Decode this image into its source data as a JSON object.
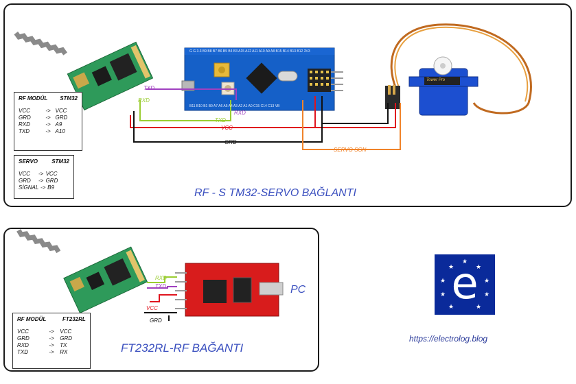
{
  "panel1": {
    "caption": "RF - S TM32-SERVO BAĞLANTI",
    "wire_labels": {
      "txd": "TXD",
      "rxd": "RXD",
      "txd2": "TXD",
      "rxd2": "RXD",
      "vcc": "VCC",
      "grd": "GRD",
      "servo_sgn": "SERVO SGN"
    },
    "rf_table": {
      "header": [
        "RF MODÜL",
        "STM32"
      ],
      "rows": [
        [
          "VCC",
          "->",
          "VCC"
        ],
        [
          "GRD",
          "->",
          "GRD"
        ],
        [
          "RXD",
          "->",
          "A9"
        ],
        [
          "TXD",
          "->",
          "A10"
        ]
      ]
    },
    "servo_table": {
      "header": [
        "SERVO",
        "STM32"
      ],
      "rows": [
        [
          "VCC",
          "->",
          "VCC"
        ],
        [
          "GRD",
          "->",
          "GRD"
        ],
        [
          "SİGNAL",
          "->",
          "B9"
        ]
      ]
    },
    "board_top_pins": "G G 3.3 B9 B8 B7 B6 B5 B4 B3 A15 A12 A11 A10 A9 A8 B15 B14 B13 B12 3V3",
    "board_bottom_pins": "B11 B10 B1 B0 A7 A6 A5 A4 A3 A2 A1 A0 C15 C14 C13 VB",
    "servo_brand": "Tower Pro"
  },
  "panel2": {
    "caption": "FT232RL-RF BAĞANTI",
    "pc_label": "PC",
    "wire_labels": {
      "rxd": "RXD",
      "txd": "TXD",
      "vcc": "VCC",
      "grd": "GRD"
    },
    "ft_table": {
      "header": [
        "RF MODÜL",
        "FT232RL"
      ],
      "rows": [
        [
          "VCC",
          "->",
          "VCC"
        ],
        [
          "GRD",
          "->",
          "GRD"
        ],
        [
          "RXD",
          "->",
          "TX"
        ],
        [
          "TXD",
          "->",
          "RX"
        ]
      ]
    }
  },
  "logo": {
    "letter": "e",
    "bg_color": "#0a2a9a"
  },
  "url": "https://electrolog.blog",
  "colors": {
    "vcc": "#e0141e",
    "grd": "#111111",
    "txd": "#a040c0",
    "rxd": "#9acd32",
    "servo_sgn": "#f0832a",
    "board_blue": "#1560c8",
    "rf_green": "#2e9a5a",
    "ft_red": "#d81c1c",
    "servo_blue": "#1c4fd0"
  }
}
